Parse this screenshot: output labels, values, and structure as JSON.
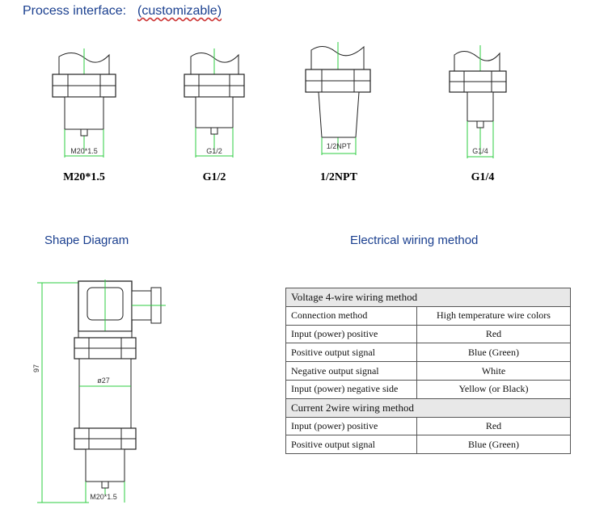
{
  "header": {
    "title": "Process interface:",
    "subtitle": "(customizable)"
  },
  "fittings": [
    {
      "dim": "M20*1.5",
      "label": "M20*1.5"
    },
    {
      "dim": "G1/2",
      "label": "G1/2"
    },
    {
      "dim": "1/2NPT",
      "label": "1/2NPT"
    },
    {
      "dim": "G1/4",
      "label": "G1/4"
    }
  ],
  "shape": {
    "title": "Shape Diagram",
    "height_dim": "97",
    "diameter_dim": "ø27",
    "thread_dim": "M20*1.5"
  },
  "wiring": {
    "title": "Electrical wiring method",
    "section1": "Voltage 4-wire wiring method",
    "header": [
      "Connection method",
      "High temperature wire colors"
    ],
    "rows1": [
      [
        "Input (power) positive",
        "Red"
      ],
      [
        "Positive output signal",
        "Blue  (Green)"
      ],
      [
        "Negative output signal",
        "White"
      ],
      [
        "Input (power) negative side",
        "Yellow  (or Black)"
      ]
    ],
    "section2": "Current 2wire wiring method",
    "rows2": [
      [
        "Input (power) positive",
        "Red"
      ],
      [
        "Positive output signal",
        "Blue  (Green)"
      ]
    ]
  },
  "colors": {
    "heading": "#1a3f8f",
    "dim_line": "#2ecc40",
    "outline": "#222222",
    "accent_wave": "#cc3333"
  }
}
